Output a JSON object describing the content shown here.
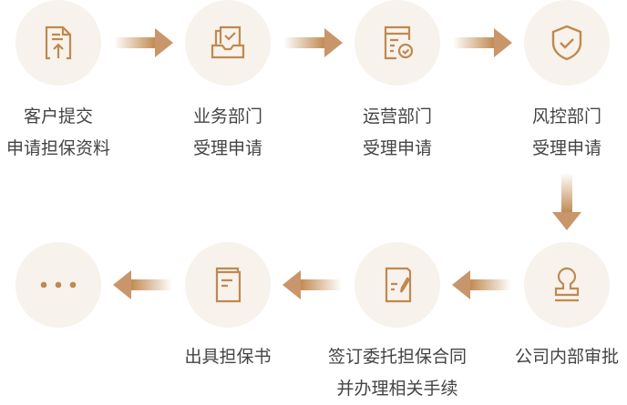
{
  "colors": {
    "accent": "#c0894f",
    "circle_bg": "#f7f2ec",
    "text": "#444444"
  },
  "steps": [
    {
      "icon": "document-upload-icon",
      "line1": "客户提交",
      "line2": "申请担保资料"
    },
    {
      "icon": "inbox-check-icon",
      "line1": "业务部门",
      "line2": "受理申请"
    },
    {
      "icon": "form-check-icon",
      "line1": "运营部门",
      "line2": "受理申请"
    },
    {
      "icon": "shield-check-icon",
      "line1": "风控部门",
      "line2": "受理申请"
    },
    {
      "icon": "stamp-icon",
      "line1": "公司内部审批"
    },
    {
      "icon": "contract-sign-icon",
      "line1": "签订委托担保合同",
      "line2": "并办理相关手续"
    },
    {
      "icon": "guarantee-book-icon",
      "line1": "出具担保书"
    },
    {
      "icon": "more-icon"
    }
  ]
}
